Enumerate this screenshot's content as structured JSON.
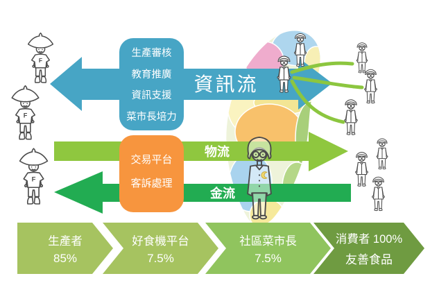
{
  "palette": {
    "information_blue": "#47a5c5",
    "logistics_green": "#8fc73f",
    "money_green": "#22ac52",
    "service_orange": "#f7953e",
    "chain_green_producer": "#a6c360",
    "chain_green_platform": "#a6c360",
    "chain_green_leader": "#90c45e",
    "chain_green_consumer": "#6f9b41",
    "connector_green": "#8cc63f"
  },
  "support_box": {
    "items": [
      "生產審核",
      "教育推廣",
      "資訊支援",
      "菜市長培力"
    ]
  },
  "service_box": {
    "items": [
      "交易平台",
      "客訴處理"
    ]
  },
  "flows": {
    "information": "資訊流",
    "logistics": "物流",
    "money": "金流"
  },
  "value_chain": [
    {
      "label": "生產者",
      "value": "85%"
    },
    {
      "label": "好食機平台",
      "value": "7.5%"
    },
    {
      "label": "社區菜市長",
      "value": "7.5%"
    },
    {
      "label": "消費者 100%",
      "value": "友善食品"
    }
  ],
  "figures": {
    "farmers": 3,
    "community_leaders": 5,
    "consumers": 3,
    "platform_manager": 1
  }
}
